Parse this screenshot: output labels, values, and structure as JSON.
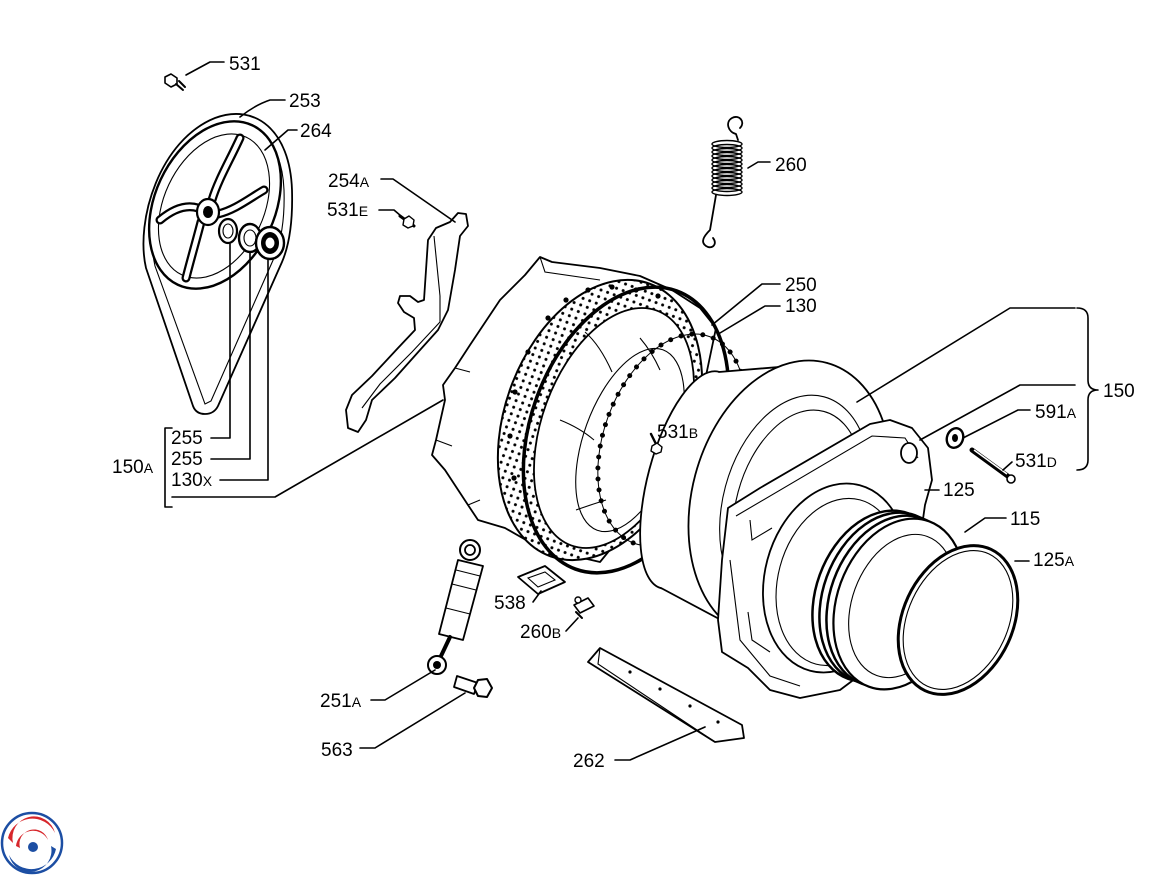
{
  "labels": {
    "l531": "531",
    "l253": "253",
    "l264": "264",
    "l254A": {
      "num": "254",
      "suffix": "A"
    },
    "l531E": {
      "num": "531",
      "suffix": "E"
    },
    "l255_1": "255",
    "l255_2": "255",
    "l130X": {
      "num": "130",
      "suffix": "X"
    },
    "l150A": {
      "num": "150",
      "suffix": "A"
    },
    "l260": "260",
    "l250": "250",
    "l130": "130",
    "l150": "150",
    "l591A": {
      "num": "591",
      "suffix": "A"
    },
    "l531B": {
      "num": "531",
      "suffix": "B"
    },
    "l531D": {
      "num": "531",
      "suffix": "D"
    },
    "l125": "125",
    "l115": "115",
    "l125A": {
      "num": "125",
      "suffix": "A"
    },
    "l538": "538",
    "l260B": {
      "num": "260",
      "suffix": "B"
    },
    "l251A": {
      "num": "251",
      "suffix": "A"
    },
    "l563": "563",
    "l262": "262"
  },
  "logo": {
    "icon": "swirl-logo-icon",
    "colors": {
      "red": "#d7262b",
      "blue": "#1c4ea3"
    }
  },
  "colors": {
    "line": "#000000",
    "background": "#ffffff"
  }
}
